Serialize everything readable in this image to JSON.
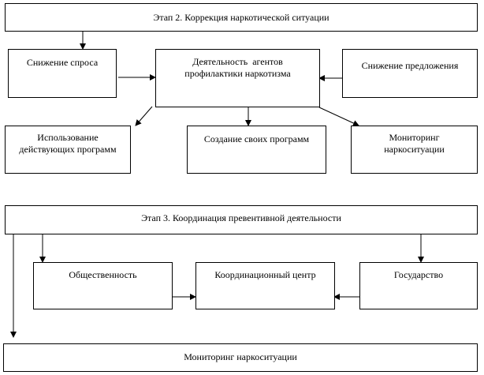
{
  "stage2": {
    "title": "Этап 2. Коррекция наркотической ситуации",
    "demand_reduction": "Снижение спроса",
    "agents_activity": "Деятельность  агентов профилактики наркотизма",
    "supply_reduction": "Снижение предложения",
    "existing_programs": "Использование действующих программ",
    "own_programs": "Создание своих программ",
    "monitoring": "Мониторинг наркоситуации"
  },
  "stage3": {
    "title": "Этап 3. Координация превентивной деятельности",
    "public": "Общественность",
    "coordination_center": "Координационный центр",
    "state": "Государство",
    "monitoring": "Мониторинг наркоситуации"
  }
}
